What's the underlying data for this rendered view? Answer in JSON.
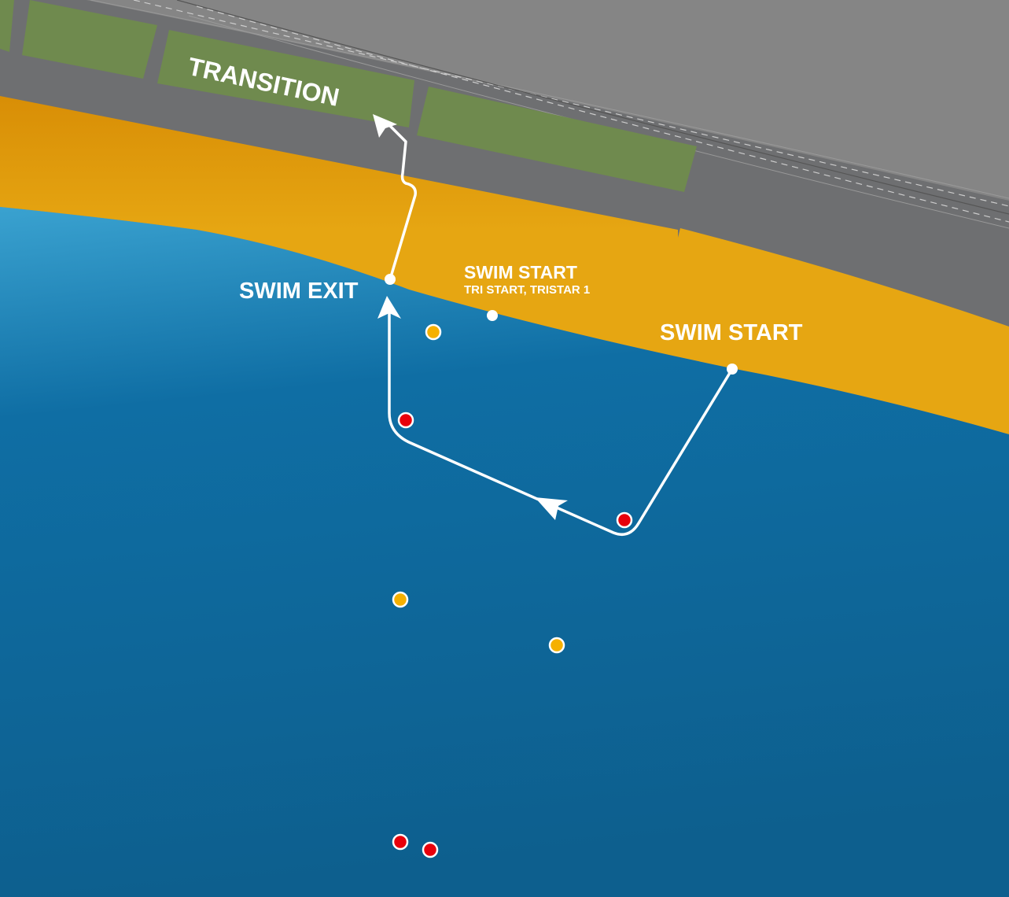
{
  "labels": {
    "transition": "TRANSITION",
    "swim_exit": "SWIM EXIT",
    "swim_start_1": "SWIM START",
    "swim_start_1_sub": "TRI START, TRISTAR 1",
    "swim_start_2": "SWIM START"
  },
  "colors": {
    "water_light": "#3aa2d0",
    "water": "#0f6ea4",
    "water_deep": "#0d5f8e",
    "sand": "#e6a612",
    "lot": "#6f8a4e",
    "road": "#6e6f71",
    "ground": "#858585",
    "buoy_yellow": "#f5b000",
    "buoy_red": "#e8000b"
  },
  "buoys": [
    {
      "type": "yellow"
    },
    {
      "type": "yellow"
    },
    {
      "type": "yellow"
    },
    {
      "type": "red"
    },
    {
      "type": "red"
    },
    {
      "type": "red"
    },
    {
      "type": "red"
    }
  ]
}
